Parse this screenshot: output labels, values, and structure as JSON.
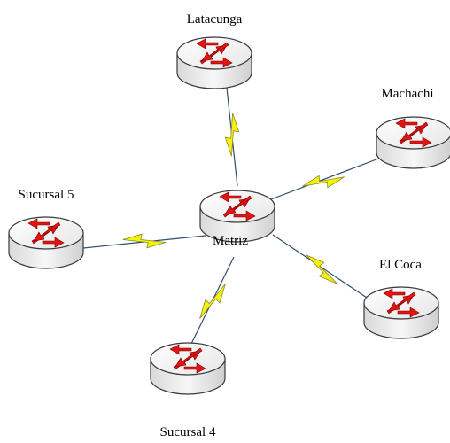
{
  "diagram": {
    "hub": {
      "label": "Matriz"
    },
    "branches": [
      {
        "label": "Latacunga"
      },
      {
        "label": "Machachi"
      },
      {
        "label": "Sucursal 5"
      },
      {
        "label": "El Coca"
      },
      {
        "label": "Sucursal 4"
      }
    ]
  },
  "colors": {
    "router_body": "#f2f2f2",
    "router_edge": "#3a3a3a",
    "arrow": "#e31414",
    "link_line": "#2f4f6f",
    "lightning_fill": "#f4f20a",
    "lightning_stroke": "#8a8a2a"
  },
  "icons": {
    "router": "router-icon",
    "link": "serial-link-lightning-icon"
  }
}
